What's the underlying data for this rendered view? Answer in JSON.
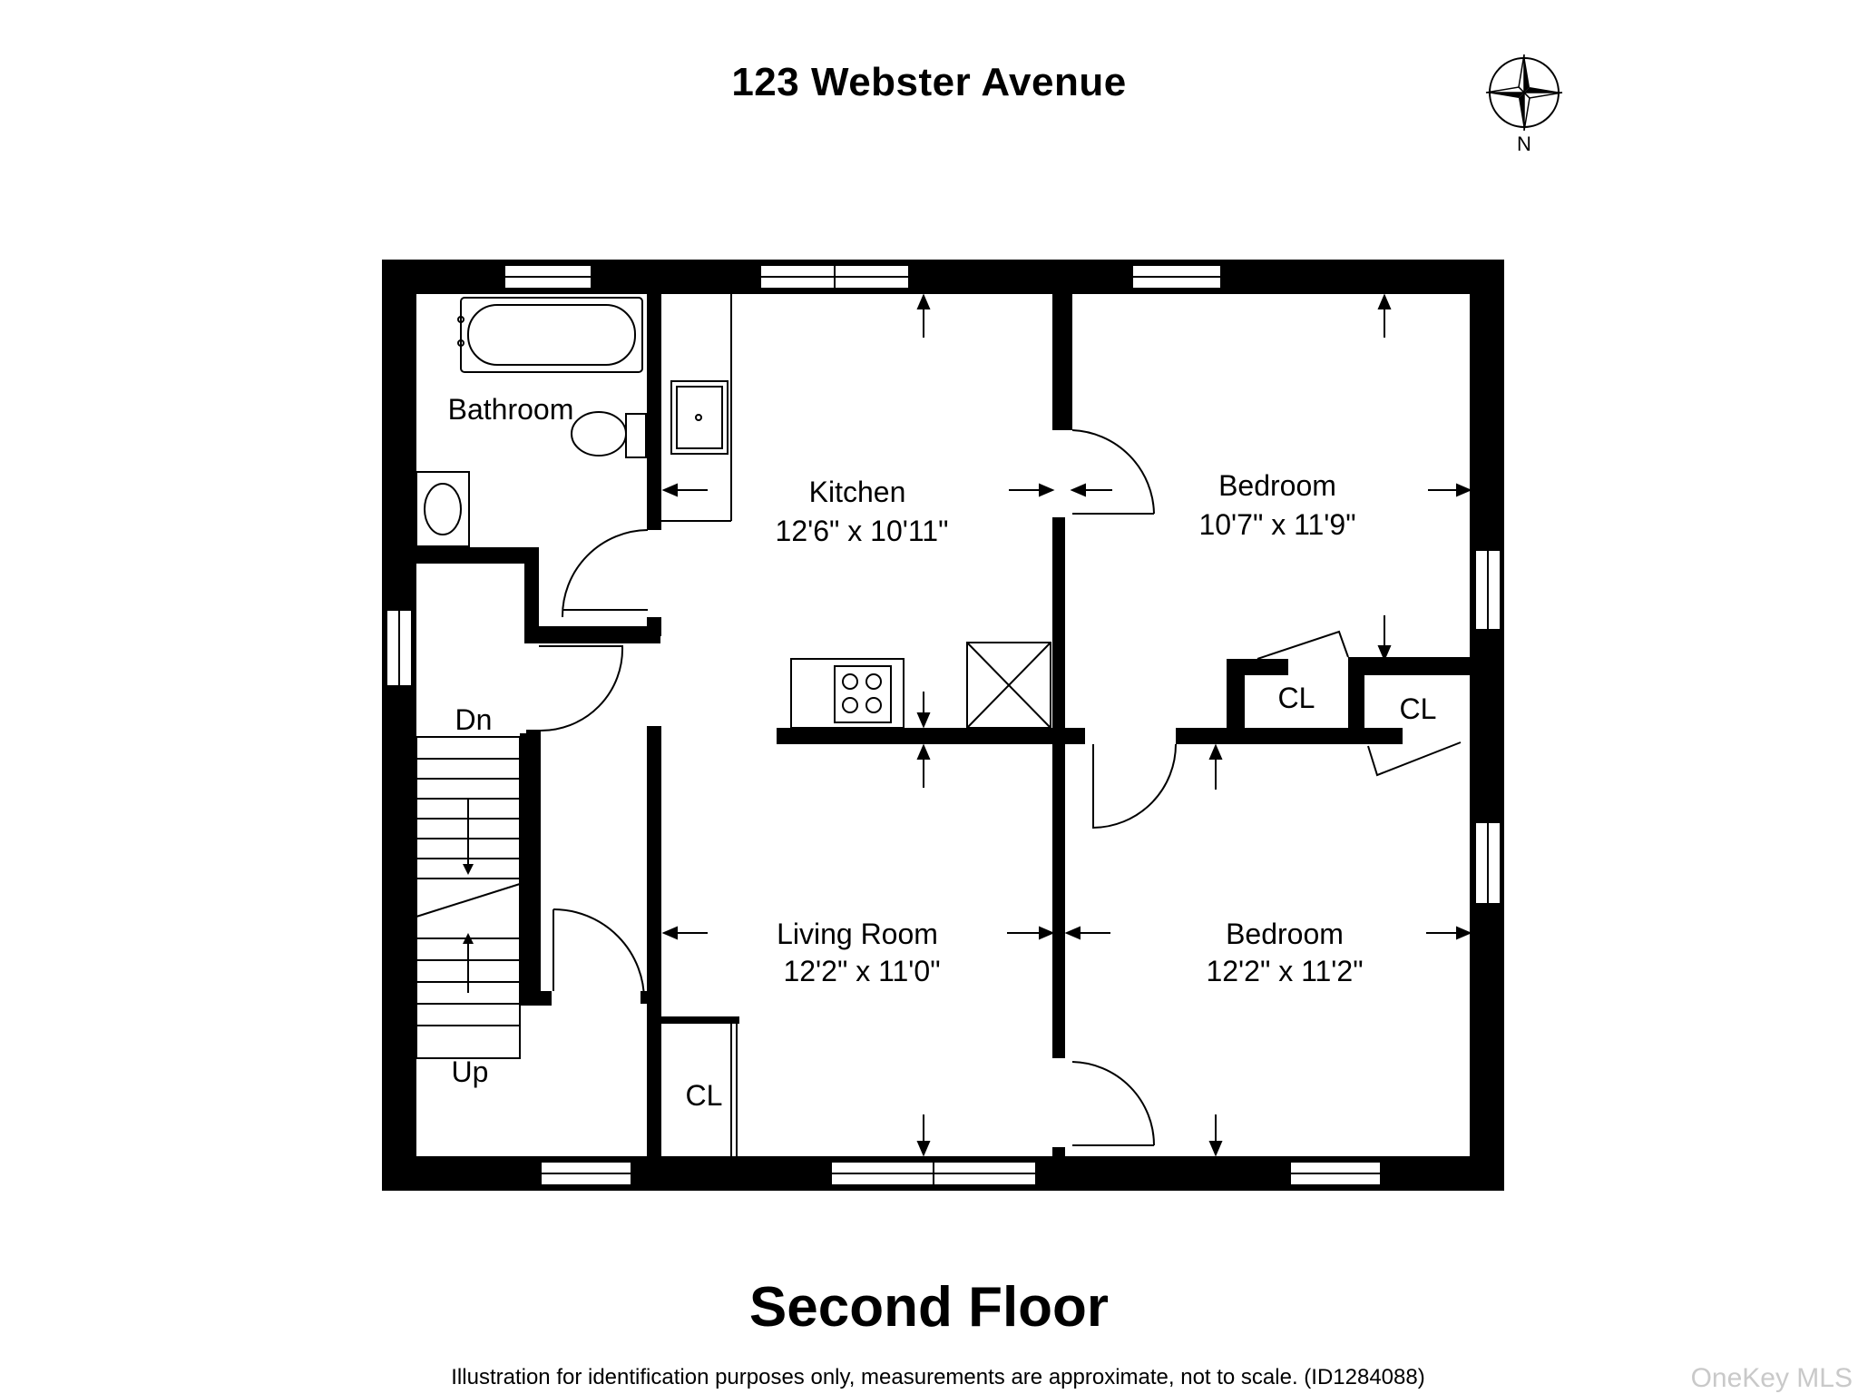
{
  "header": {
    "address": "123 Webster Avenue",
    "compass_label": "N"
  },
  "rooms": {
    "bathroom": {
      "name": "Bathroom"
    },
    "kitchen": {
      "name": "Kitchen",
      "dims": "12'6\" x 10'11\""
    },
    "bedroom_1": {
      "name": "Bedroom",
      "dims": "10'7\" x 11'9\""
    },
    "living_room": {
      "name": "Living Room",
      "dims": "12'2\" x 11'0\""
    },
    "bedroom_2": {
      "name": "Bedroom",
      "dims": "12'2\" x 11'2\""
    },
    "closet_1": {
      "name": "CL"
    },
    "closet_2": {
      "name": "CL"
    },
    "closet_3": {
      "name": "CL"
    },
    "stairs_down": {
      "name": "Dn"
    },
    "stairs_up": {
      "name": "Up"
    }
  },
  "footer": {
    "floor_name": "Second Floor",
    "disclaimer": "Illustration for identification purposes only, measurements are approximate, not to scale. (ID1284088)",
    "watermark": "OneKey MLS"
  }
}
